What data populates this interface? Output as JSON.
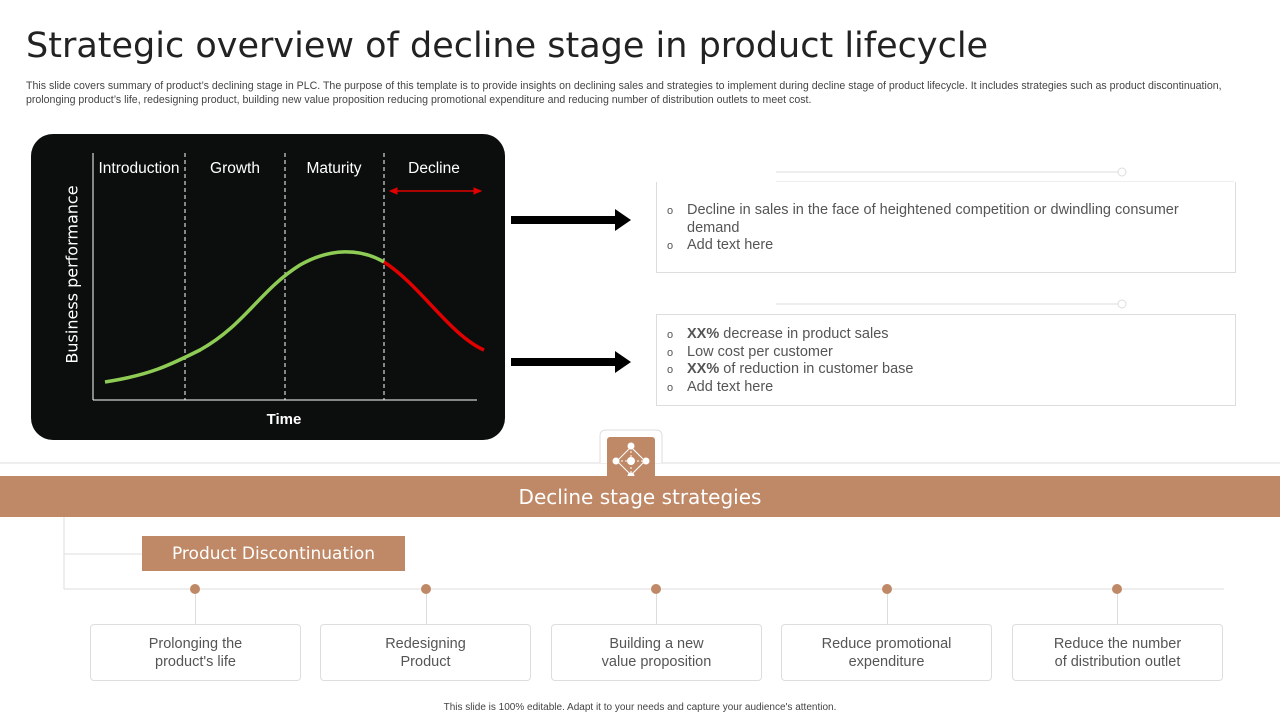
{
  "title": "Strategic overview of decline stage in product lifecycle",
  "description": "This slide covers summary of product’s declining stage in PLC. The purpose of this template is to provide insights on declining sales and strategies to implement during decline stage of product lifecycle. It includes strategies such as product discontinuation, prolonging product’s life, redesigning product, building new value proposition reducing promotional expenditure and reducing number of distribution outlets to meet cost.",
  "chart": {
    "stages": [
      "Introduction",
      "Growth",
      "Maturity",
      "Decline"
    ],
    "ylabel": "Business performance",
    "xlabel": "Time",
    "colors": {
      "growth": "#8fcc55",
      "decline": "#e00000"
    }
  },
  "box1": {
    "items": [
      {
        "bold": "",
        "text": "Decline in sales in the face of heightened competition or dwindling consumer demand"
      },
      {
        "bold": "",
        "text": "Add text here"
      }
    ]
  },
  "box2": {
    "items": [
      {
        "bold": "XX%",
        "text": " decrease in product sales"
      },
      {
        "bold": "",
        "text": "Low cost per customer"
      },
      {
        "bold": "XX%",
        "text": " of reduction in customer base"
      },
      {
        "bold": "",
        "text": "Add text here"
      }
    ]
  },
  "band_title": "Decline stage strategies",
  "band_icon": "network-icon",
  "accent": "#bf8866",
  "main_strategy": "Product Discontinuation",
  "strategies": [
    "Prolonging the product's life",
    "Redesigning Product",
    "Building a new value proposition",
    "Reduce promotional expenditure",
    "Reduce the number of distribution outlet"
  ],
  "footer": "This slide is 100% editable. Adapt it to your needs and capture your audience's attention."
}
